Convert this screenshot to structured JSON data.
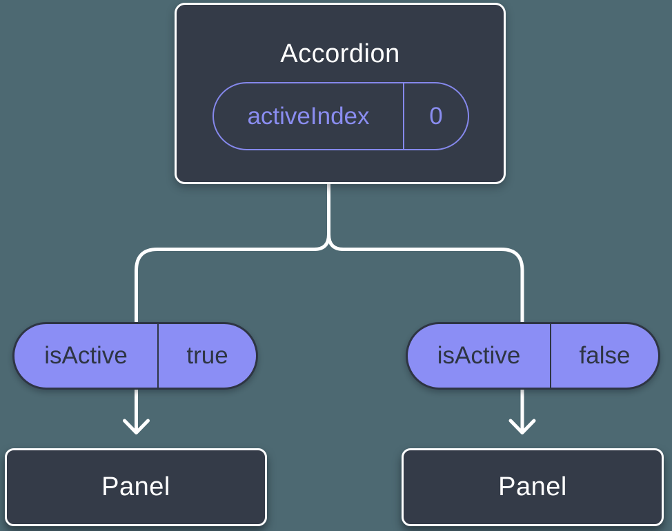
{
  "root": {
    "title": "Accordion",
    "prop": {
      "name": "activeIndex",
      "value": "0"
    }
  },
  "branches": [
    {
      "state": {
        "name": "isActive",
        "value": "true"
      },
      "child": {
        "title": "Panel"
      }
    },
    {
      "state": {
        "name": "isActive",
        "value": "false"
      },
      "child": {
        "title": "Panel"
      }
    }
  ],
  "colors": {
    "background": "#4d6972",
    "node_fill": "#343b48",
    "node_border": "#ffffff",
    "accent_purple": "#8a8df0",
    "state_pill_fill": "#8b8ef5",
    "state_pill_text": "#2e3543",
    "connector": "#ffffff"
  }
}
